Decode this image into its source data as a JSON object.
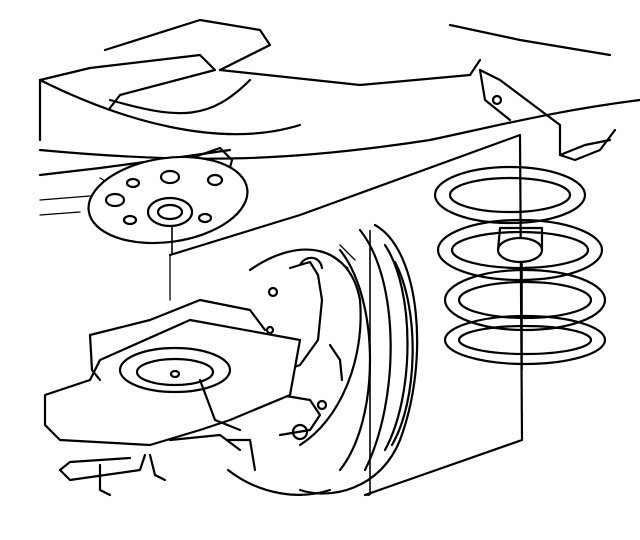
{
  "figure": {
    "parts": [
      "body-underside",
      "spring-seat-plate",
      "coil-spring",
      "axle-beam",
      "brake-backing-plate",
      "rear-wheel",
      "frame-bracket"
    ]
  }
}
